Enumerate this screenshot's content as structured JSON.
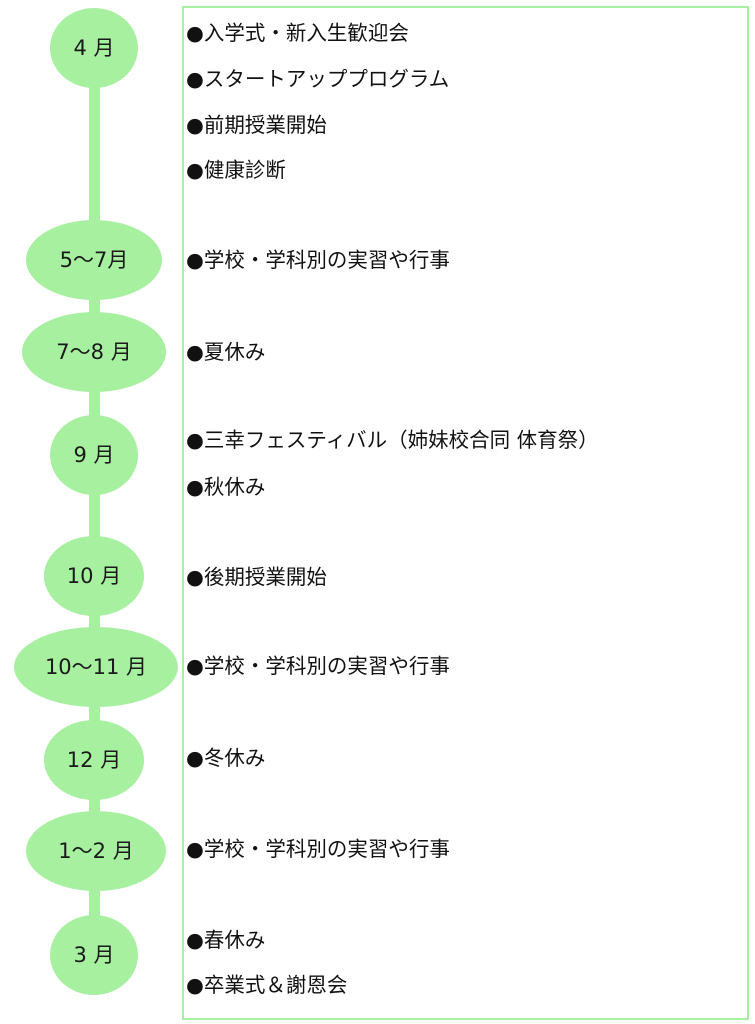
{
  "colors": {
    "accent": "#a6f0a0",
    "frame": "#a6f0a0",
    "text": "#111111"
  },
  "bullet": "●",
  "timeline": [
    {
      "month": "4 月",
      "events": [
        "入学式・新入生歓迎会",
        "スタートアッププログラム",
        "前期授業開始",
        "健康診断"
      ]
    },
    {
      "month": "5～7月",
      "events": [
        "学校・学科別の実習や行事"
      ]
    },
    {
      "month": "7～8 月",
      "events": [
        "夏休み"
      ]
    },
    {
      "month": "9 月",
      "events": [
        "三幸フェスティバル（姉妹校合同 体育祭）",
        "秋休み"
      ]
    },
    {
      "month": "10 月",
      "events": [
        "後期授業開始"
      ]
    },
    {
      "month": "10～11 月",
      "events": [
        "学校・学科別の実習や行事"
      ]
    },
    {
      "month": "12 月",
      "events": [
        "冬休み"
      ]
    },
    {
      "month": "1～2 月",
      "events": [
        "学校・学科別の実習や行事"
      ]
    },
    {
      "month": "3 月",
      "events": [
        "春休み",
        "卒業式＆謝恩会"
      ]
    }
  ]
}
